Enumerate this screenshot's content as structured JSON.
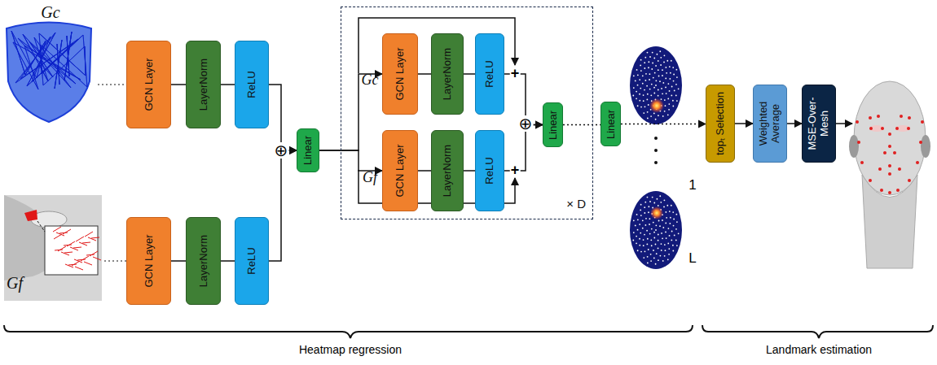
{
  "diagram": {
    "nodes": [
      {
        "text": [
          "GCN Layer"
        ]
      },
      {
        "text": [
          "LayerNorm"
        ]
      },
      {
        "text": [
          "ReLU"
        ]
      },
      {
        "text": [
          "GCN Layer"
        ]
      },
      {
        "text": [
          "LayerNorm"
        ]
      },
      {
        "text": [
          "ReLU"
        ]
      },
      {
        "text": [
          "Linear"
        ]
      },
      {
        "text": [
          "× D"
        ]
      },
      {
        "text": [
          "GCN Layer"
        ],
        "in": 7
      },
      {
        "text": [
          "LayerNorm"
        ],
        "in": 7
      },
      {
        "text": [
          "ReLU"
        ],
        "in": 7
      },
      {
        "text": [
          "GCN Layer"
        ],
        "in": 7
      },
      {
        "text": [
          "LayerNorm"
        ],
        "in": 7
      },
      {
        "text": [
          "ReLU"
        ],
        "in": 7
      },
      {
        "text": [
          "Linear"
        ],
        "in": 7
      },
      {
        "text": [
          "Linear"
        ]
      },
      {
        "text": [
          "topₜ Selection"
        ]
      },
      {
        "text": [
          "Weighted Average"
        ]
      },
      {
        "text": [
          "MSE-Over-Mesh"
        ]
      }
    ],
    "edges": [
      {
        "from": 0,
        "to": 1,
        "arrow": "none"
      },
      {
        "from": 1,
        "to": 2,
        "arrow": "none"
      },
      {
        "from": 3,
        "to": 4,
        "arrow": "none"
      },
      {
        "from": 4,
        "to": 5,
        "arrow": "none"
      },
      {
        "from": 2,
        "to": 6,
        "arrow": "to"
      },
      {
        "from": 5,
        "to": 6,
        "arrow": "to"
      },
      {
        "from": 6,
        "to": 8,
        "arrow": "to"
      },
      {
        "from": 6,
        "to": 11,
        "arrow": "to"
      },
      {
        "from": 8,
        "to": 9,
        "arrow": "none"
      },
      {
        "from": 9,
        "to": 10,
        "arrow": "none"
      },
      {
        "from": 11,
        "to": 12,
        "arrow": "none"
      },
      {
        "from": 12,
        "to": 13,
        "arrow": "none"
      },
      {
        "from": 10,
        "to": 14,
        "arrow": "to"
      },
      {
        "from": 13,
        "to": 14,
        "arrow": "to"
      },
      {
        "from": 14,
        "to": 15,
        "arrow": "none"
      },
      {
        "from": 15,
        "to": 16,
        "arrow": "to"
      },
      {
        "from": 16,
        "to": 17,
        "arrow": "to"
      },
      {
        "from": 17,
        "to": 18,
        "arrow": "to"
      }
    ],
    "labels": [
      "Gc",
      "Gf",
      "Gc",
      "Gf",
      "+",
      "+",
      "⊕",
      "⊕",
      "1",
      "L",
      "Heatmap regression",
      "Landmark estimation"
    ]
  }
}
